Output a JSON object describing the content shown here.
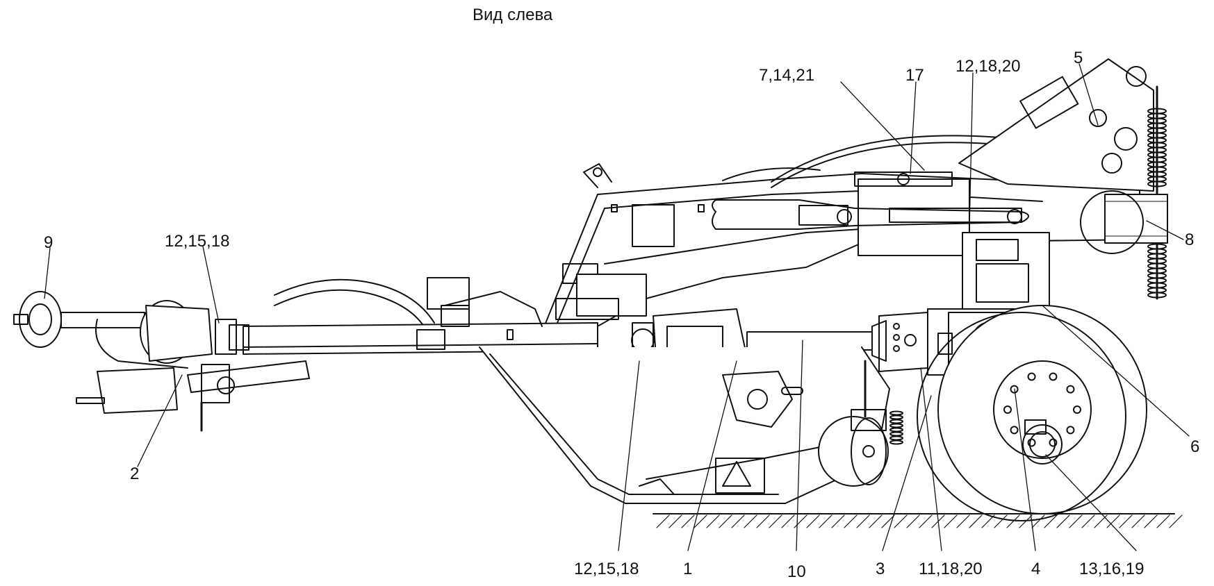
{
  "title": "Вид слева",
  "callouts": [
    {
      "id": "c9",
      "text": "9"
    },
    {
      "id": "c12-15-18-top",
      "text": "12,15,18"
    },
    {
      "id": "c2",
      "text": "2"
    },
    {
      "id": "c7-14-21",
      "text": "7,14,21"
    },
    {
      "id": "c17",
      "text": "17"
    },
    {
      "id": "c12-18-20",
      "text": "12,18,20"
    },
    {
      "id": "c5",
      "text": "5"
    },
    {
      "id": "c8",
      "text": "8"
    },
    {
      "id": "c6",
      "text": "6"
    },
    {
      "id": "c12-15-18-bottom",
      "text": "12,15,18"
    },
    {
      "id": "c1",
      "text": "1"
    },
    {
      "id": "c10",
      "text": "10"
    },
    {
      "id": "c3",
      "text": "3"
    },
    {
      "id": "c11-18-20",
      "text": "11,18,20"
    },
    {
      "id": "c4",
      "text": "4"
    },
    {
      "id": "c13-16-19",
      "text": "13,16,19"
    }
  ]
}
